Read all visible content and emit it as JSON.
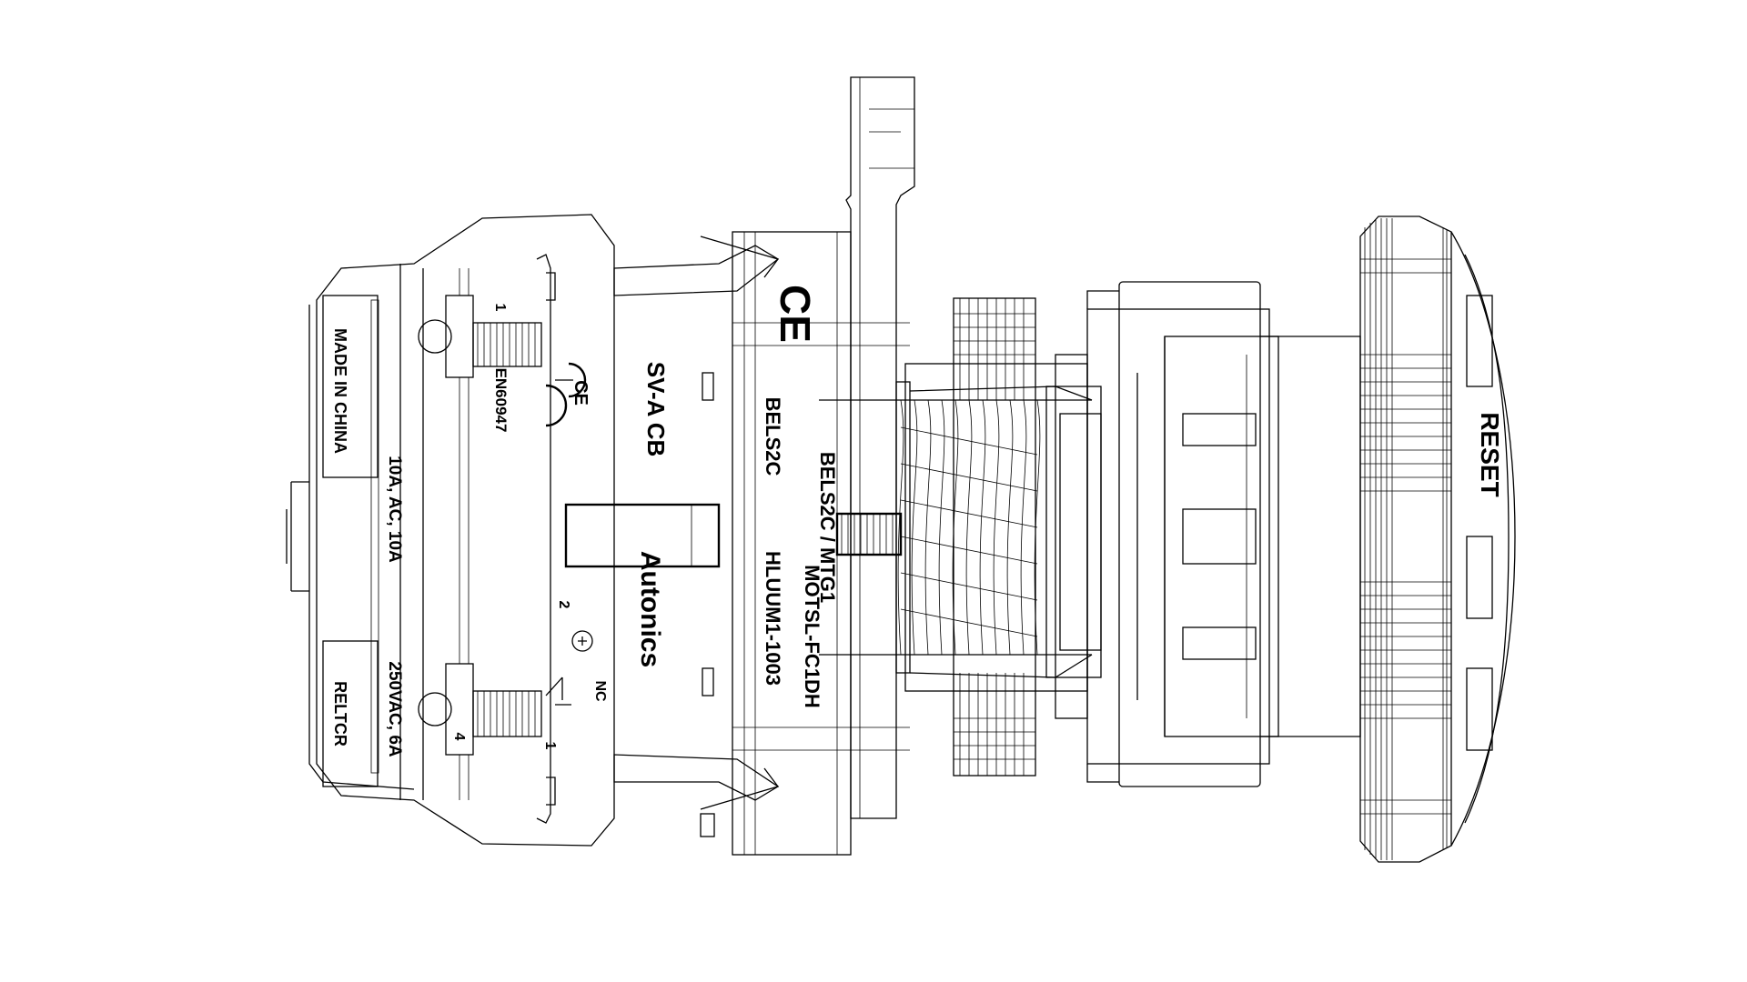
{
  "colors": {
    "line": "#000000",
    "background": "#ffffff"
  },
  "labels": {
    "made_in_china": "MADE IN CHINA",
    "rating_1": "10A,  AC,  10A",
    "rating_2": "250VAC,  6A",
    "brand_block": "RELTCR",
    "en_standard": "EN60947",
    "certification": "CE",
    "vas_cb": "SV-A  CB",
    "contact_nc": "NC",
    "terminal_2": "2",
    "terminal_1_top": "1",
    "terminal_1_bottom": "1",
    "terminal_4": "4",
    "maker": "Autonics",
    "model_1": "BELS2C",
    "model_2": "BELS2C  /  MTG1",
    "model_3": "HLUUM1-1003",
    "model_4": "MOTSL-FC1DH",
    "cap_brand": "RESET"
  }
}
